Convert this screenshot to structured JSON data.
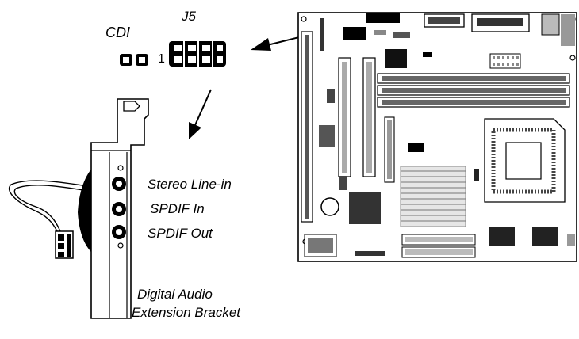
{
  "connectors": {
    "cdi_label": "CDI",
    "j5_label": "J5",
    "pin1_label": "1"
  },
  "bracket": {
    "ports": [
      {
        "label": "Stereo Line-in"
      },
      {
        "label": "SPDIF In"
      },
      {
        "label": "SPDIF Out"
      }
    ],
    "caption_line1": "Digital Audio",
    "caption_line2": "Extension Bracket"
  }
}
